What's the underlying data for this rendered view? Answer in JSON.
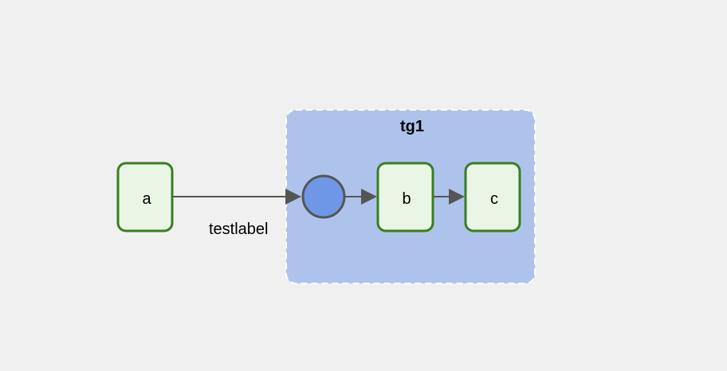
{
  "group": {
    "label": "tg1",
    "fill": "#aec3ec"
  },
  "nodes": [
    {
      "label": "a"
    },
    {
      "label": "b"
    },
    {
      "label": "c"
    }
  ],
  "edge_label": "testlabel",
  "colors": {
    "node_fill": "#eaf6e5",
    "node_stroke": "#3a7d22",
    "circle_fill": "#6f97e8",
    "edge": "#555555"
  }
}
